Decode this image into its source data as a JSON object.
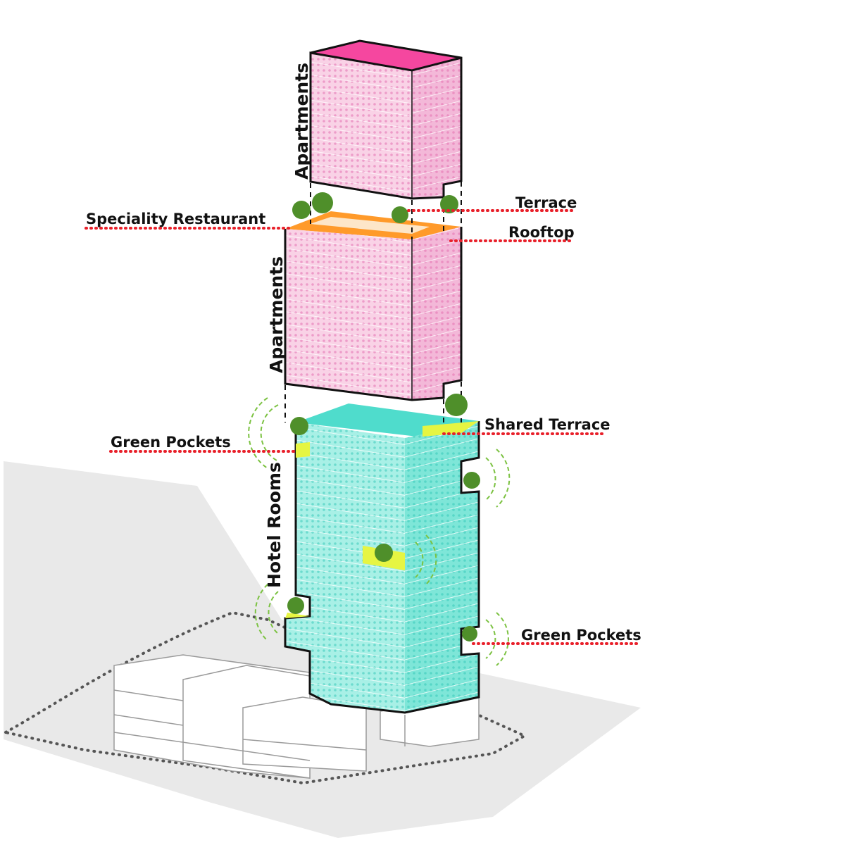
{
  "diagram": {
    "title": "Mixed-use tower program diagram",
    "blocks": [
      {
        "name": "top-apartments",
        "label": "Apartments",
        "color": "#f7c6e0",
        "roof_color": "#f033a8"
      },
      {
        "name": "middle-apartments",
        "label": "Apartments",
        "color": "#f7c6e0",
        "roof_color": "#ff8c1a"
      },
      {
        "name": "hotel",
        "label": "Hotel Rooms",
        "color": "#8ee8dc",
        "roof_color": "#3fd6c8"
      }
    ],
    "callouts": {
      "speciality_restaurant": "Speciality Restaurant",
      "terrace": "Terrace",
      "rooftop": "Rooftop",
      "green_pockets_left": "Green Pockets",
      "shared_terrace": "Shared Terrace",
      "green_pockets_right": "Green Pockets"
    },
    "colors": {
      "leader_line": "#e8202a",
      "green_ring": "#7cc242",
      "ground": "#e9e9e9",
      "podium": "#ffffff"
    }
  }
}
